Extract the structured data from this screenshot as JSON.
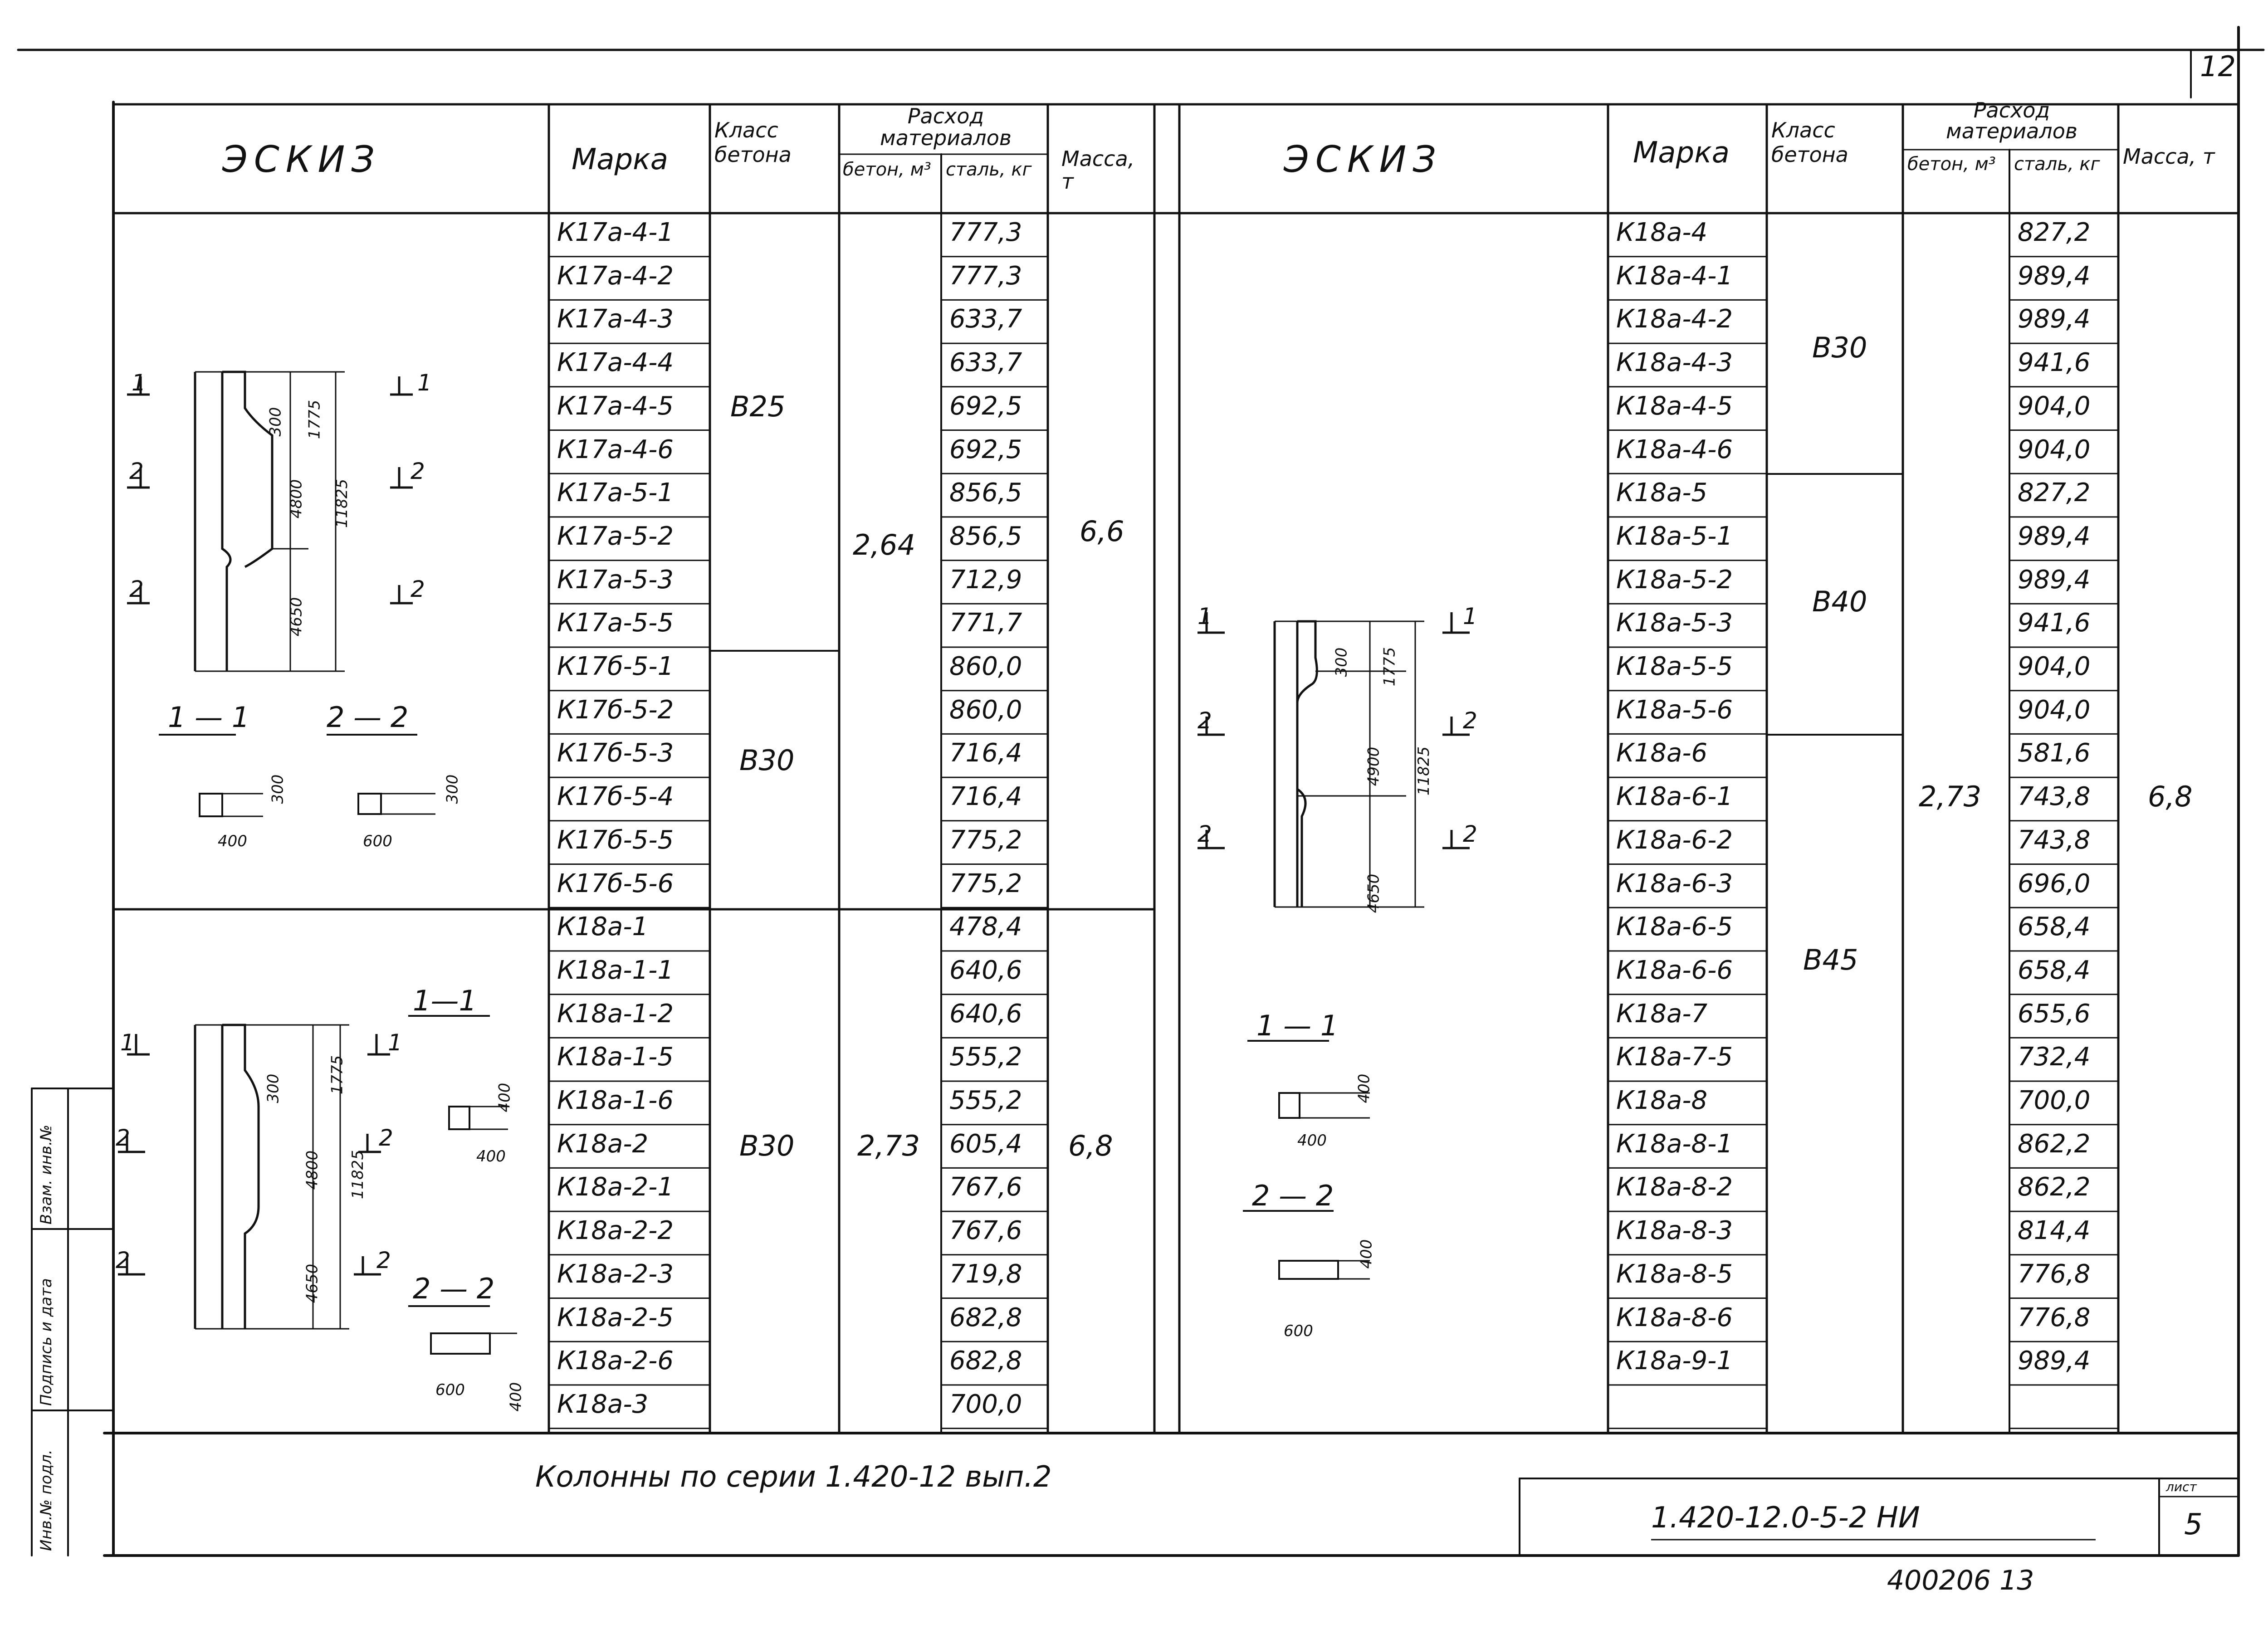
{
  "sheet_corner_number": "12",
  "left_table": {
    "headers": {
      "sketch": "ЭСКИЗ",
      "mark": "Марка",
      "concrete_class": "Класс бетона",
      "consumption": "Расход материалов",
      "concrete": "бетон, м³",
      "steel": "сталь, кг",
      "mass": "Масса, т"
    },
    "rows": [
      {
        "mark": "К17а-4-1",
        "steel": "777,3"
      },
      {
        "mark": "К17а-4-2",
        "steel": "777,3"
      },
      {
        "mark": "К17а-4-3",
        "steel": "633,7"
      },
      {
        "mark": "К17а-4-4",
        "steel": "633,7"
      },
      {
        "mark": "К17а-4-5",
        "steel": "692,5"
      },
      {
        "mark": "К17а-4-6",
        "steel": "692,5"
      },
      {
        "mark": "К17а-5-1",
        "steel": "856,5"
      },
      {
        "mark": "К17а-5-2",
        "steel": "856,5"
      },
      {
        "mark": "К17а-5-3",
        "steel": "712,9"
      },
      {
        "mark": "К17а-5-5",
        "steel": "771,7"
      },
      {
        "mark": "К17б-5-1",
        "steel": "860,0"
      },
      {
        "mark": "К17б-5-2",
        "steel": "860,0"
      },
      {
        "mark": "К17б-5-3",
        "steel": "716,4"
      },
      {
        "mark": "К17б-5-4",
        "steel": "716,4"
      },
      {
        "mark": "К17б-5-5",
        "steel": "775,2"
      },
      {
        "mark": "К17б-5-6",
        "steel": "775,2"
      },
      {
        "mark": "К18а-1",
        "steel": "478,4"
      },
      {
        "mark": "К18а-1-1",
        "steel": "640,6"
      },
      {
        "mark": "К18а-1-2",
        "steel": "640,6"
      },
      {
        "mark": "К18а-1-5",
        "steel": "555,2"
      },
      {
        "mark": "К18а-1-6",
        "steel": "555,2"
      },
      {
        "mark": "К18а-2",
        "steel": "605,4"
      },
      {
        "mark": "К18а-2-1",
        "steel": "767,6"
      },
      {
        "mark": "К18а-2-2",
        "steel": "767,6"
      },
      {
        "mark": "К18а-2-3",
        "steel": "719,8"
      },
      {
        "mark": "К18а-2-5",
        "steel": "682,8"
      },
      {
        "mark": "К18а-2-6",
        "steel": "682,8"
      },
      {
        "mark": "К18а-3",
        "steel": "700,0"
      }
    ],
    "groups": [
      {
        "class": "В25",
        "concrete": "2,64",
        "mass": "6,6"
      },
      {
        "class": "В30"
      },
      {
        "class": "В30",
        "concrete": "2,73",
        "mass": "6,8"
      }
    ],
    "sketch1_labels": {
      "sec1": "1",
      "sec2": "2",
      "dim300": "300",
      "dim1775": "1775",
      "dim4800": "4800",
      "dim11825": "11825",
      "dim4650": "4650",
      "cut11": "1 — 1",
      "cut22": "2 — 2",
      "w400": "400",
      "w600": "600",
      "h300a": "300",
      "h300b": "300"
    },
    "sketch2_labels": {
      "sec1": "1",
      "sec2": "2",
      "dim300": "300",
      "dim1775": "1775",
      "dim4800": "4800",
      "dim11825": "11825",
      "dim4650": "4650",
      "cut11": "1—1",
      "cut22": "2 — 2",
      "w400": "400",
      "h400a": "400",
      "w600": "600",
      "h400b": "400"
    }
  },
  "right_table": {
    "headers": {
      "sketch": "ЭСКИЗ",
      "mark": "Марка",
      "concrete_class": "Класс бетона",
      "consumption": "Расход материалов",
      "concrete": "бетон, м³",
      "steel": "сталь, кг",
      "mass": "Масса, т"
    },
    "rows": [
      {
        "mark": "К18а-4",
        "steel": "827,2"
      },
      {
        "mark": "К18а-4-1",
        "steel": "989,4"
      },
      {
        "mark": "К18а-4-2",
        "steel": "989,4"
      },
      {
        "mark": "К18а-4-3",
        "steel": "941,6"
      },
      {
        "mark": "К18а-4-5",
        "steel": "904,0"
      },
      {
        "mark": "К18а-4-6",
        "steel": "904,0"
      },
      {
        "mark": "К18а-5",
        "steel": "827,2"
      },
      {
        "mark": "К18а-5-1",
        "steel": "989,4"
      },
      {
        "mark": "К18а-5-2",
        "steel": "989,4"
      },
      {
        "mark": "К18а-5-3",
        "steel": "941,6"
      },
      {
        "mark": "К18а-5-5",
        "steel": "904,0"
      },
      {
        "mark": "К18а-5-6",
        "steel": "904,0"
      },
      {
        "mark": "К18а-6",
        "steel": "581,6"
      },
      {
        "mark": "К18а-6-1",
        "steel": "743,8"
      },
      {
        "mark": "К18а-6-2",
        "steel": "743,8"
      },
      {
        "mark": "К18а-6-3",
        "steel": "696,0"
      },
      {
        "mark": "К18а-6-5",
        "steel": "658,4"
      },
      {
        "mark": "К18а-6-6",
        "steel": "658,4"
      },
      {
        "mark": "К18а-7",
        "steel": "655,6"
      },
      {
        "mark": "К18а-7-5",
        "steel": "732,4"
      },
      {
        "mark": "К18а-8",
        "steel": "700,0"
      },
      {
        "mark": "К18а-8-1",
        "steel": "862,2"
      },
      {
        "mark": "К18а-8-2",
        "steel": "862,2"
      },
      {
        "mark": "К18а-8-3",
        "steel": "814,4"
      },
      {
        "mark": "К18а-8-5",
        "steel": "776,8"
      },
      {
        "mark": "К18а-8-6",
        "steel": "776,8"
      },
      {
        "mark": "К18а-9-1",
        "steel": "989,4"
      },
      {
        "mark": "",
        "steel": ""
      }
    ],
    "class_b30": "В30",
    "class_b40": "В40",
    "class_b45": "В45",
    "concrete": "2,73",
    "mass": "6,8",
    "sketch_labels": {
      "sec1": "1",
      "sec2": "2",
      "dim300": "300",
      "dim1775": "1775",
      "dim4900": "4900",
      "dim11825": "11825",
      "dim4650": "4650",
      "cut11": "1 — 1",
      "cut22": "2 — 2",
      "w400": "400",
      "h400a": "400",
      "w600": "600",
      "h400b": "400"
    }
  },
  "footer": {
    "caption": "Колонны по серии 1.420-12 вып.2",
    "code": "1.420-12.0-5-2 НИ",
    "sheet_label": "лист",
    "sheet_number": "5",
    "archive_number": "400206 13"
  },
  "side_stamp": {
    "inv_no": "Инв.№ подл.",
    "sign_date": "Подпись и дата",
    "replaced": "Взам. инв.№"
  }
}
